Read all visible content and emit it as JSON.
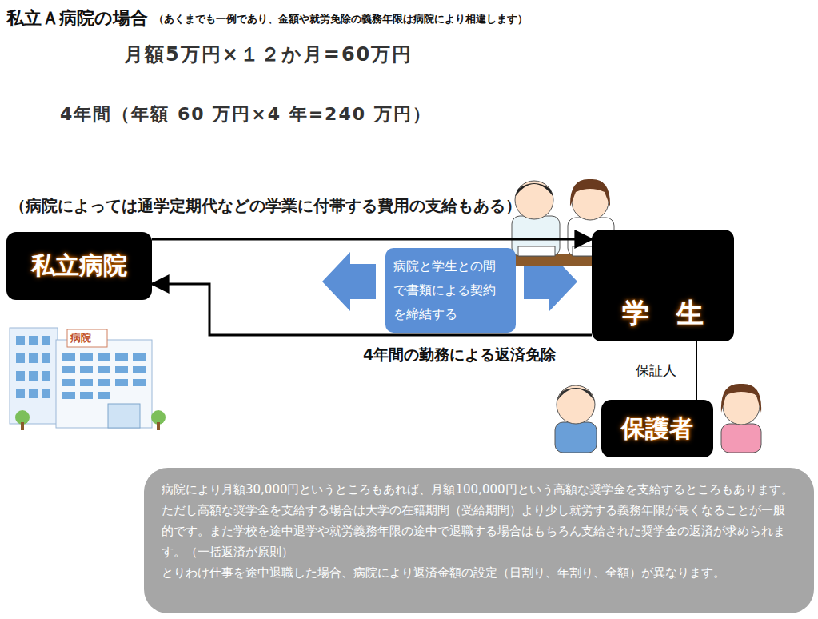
{
  "diagram": {
    "title": "私立Ａ病院の場合",
    "nodes": [
      {
        "text": [
          "私立病院"
        ]
      },
      {
        "text": [
          "病院と学生との間で書類による契約を締結する"
        ]
      },
      {
        "text": [
          "学　生"
        ]
      },
      {
        "text": [
          "保護者"
        ]
      },
      {
        "text": [
          "病院により月額30,000円というところもあれば、月額100,000円という高額な奨学金を支給するところもあります。ただし高額な奨学金を支給する場合は大学の在籍期間（受給期間）より少し就労する義務年限が長くなることが一般的です。また学校を途中退学や就労義務年限の途中で退職する場合はもちろん支給された奨学金の返済が求められます。（一括返済が原則）",
          "とりわけ仕事を途中退職した場合、病院により返済金額の設定（日割り、年割り、全額）が異なります。"
        ]
      }
    ],
    "edges": [
      {
        "from": 0,
        "to": 2,
        "arrow": "to"
      },
      {
        "from": 2,
        "to": 0,
        "label": "4年間の勤務による返済免除",
        "arrow": "to"
      },
      {
        "from": 2,
        "to": 3,
        "label": "保証人",
        "arrow": "none"
      }
    ],
    "labels": [
      "（あくまでも一例であり、金額や就労免除の義務年限は病院により相違します）",
      "月額5万円×１２か月=60万円",
      "4年間（年額 60 万円×4 年=240 万円）",
      "（病院によっては通学定期代などの学業に付帯する費用の支給もある）",
      "病院"
    ]
  }
}
